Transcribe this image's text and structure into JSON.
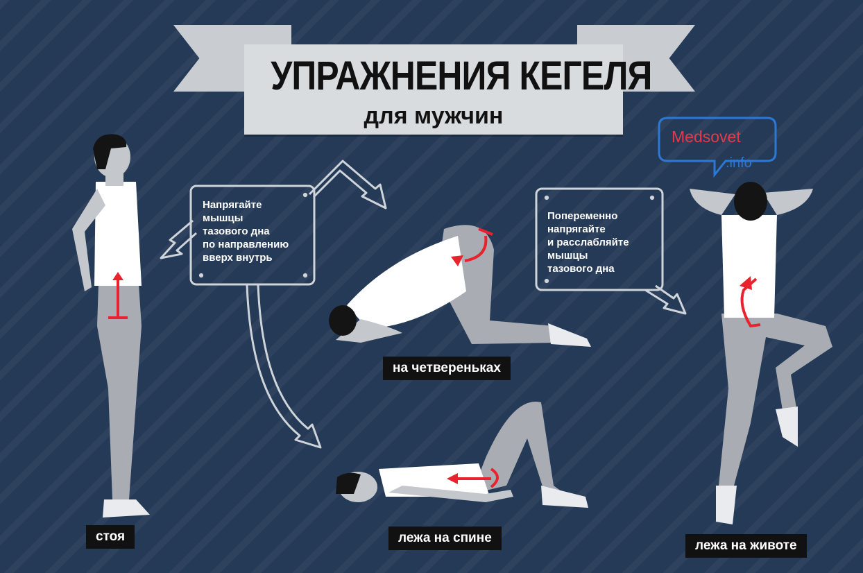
{
  "title": {
    "main": "УПРАЖНЕНИЯ КЕГЕЛЯ",
    "sub": "для мужчин"
  },
  "logo": {
    "line1": "Medsovet",
    "line2": ".info"
  },
  "callouts": {
    "left": [
      "Напрягайте",
      "мышцы",
      "тазового дна",
      "по направлению",
      "вверх внутрь"
    ],
    "right": [
      "Попеременно",
      "напрягайте",
      "и расслабляйте",
      "мышцы",
      "тазового дна"
    ]
  },
  "labels": {
    "standing": "стоя",
    "all_fours": "на четвереньках",
    "on_back": "лежа на спине",
    "on_belly": "лежа на животе"
  },
  "colors": {
    "background": "#253a57",
    "banner": "#d9dcdf",
    "arrow_accent": "#e8232e",
    "figure_shirt": "#ffffff",
    "figure_pants": "#a9adb3",
    "figure_skin": "#c4c8cd",
    "hair": "#141414"
  }
}
